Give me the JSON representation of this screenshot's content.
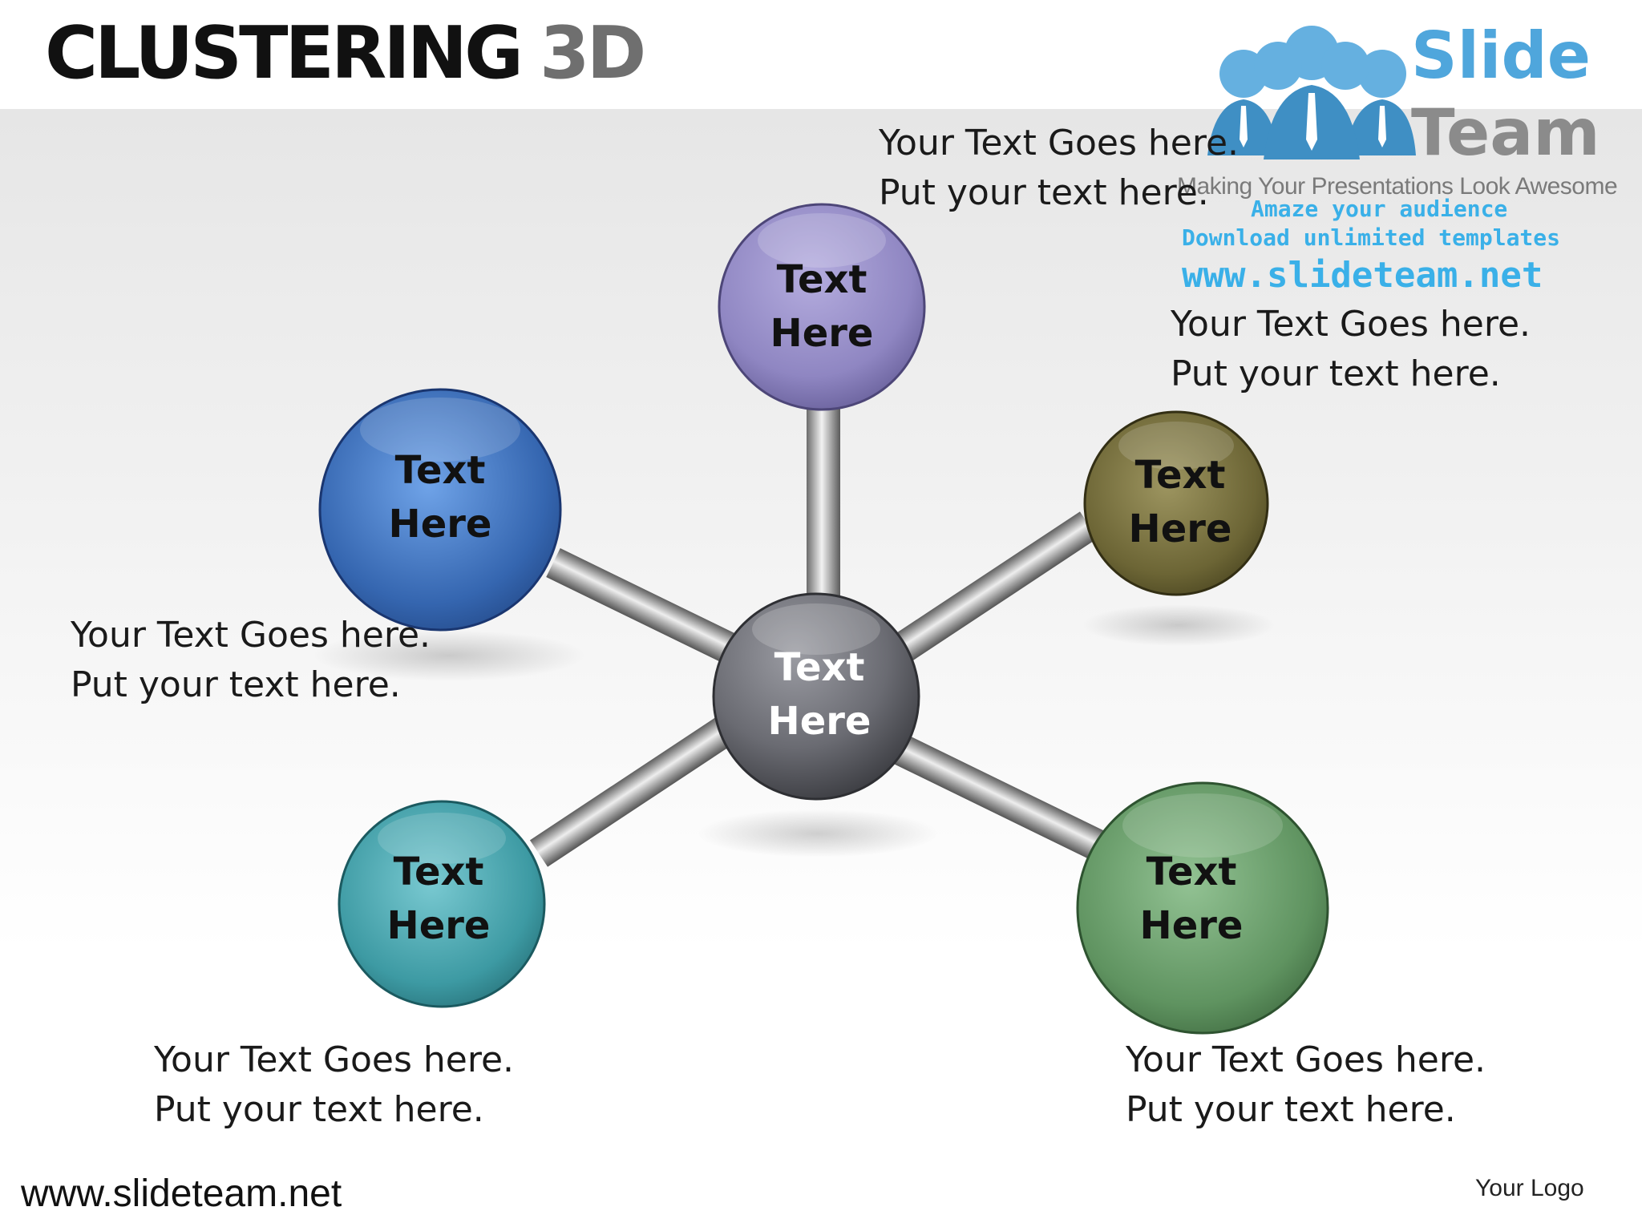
{
  "title": {
    "main": "CLUSTERING",
    "suffix": "3D"
  },
  "colors": {
    "center": "#6e6f76",
    "top": "#8f86c2",
    "left": "#3566b0",
    "right": "#6c6535",
    "bottom_left": "#3d9aa3",
    "bottom_right": "#5f9360",
    "connector": "#9a9a9a",
    "accent_blue": "#3ab0e8"
  },
  "nodes": {
    "center": {
      "line1": "Text",
      "line2": "Here"
    },
    "top": {
      "line1": "Text",
      "line2": "Here"
    },
    "left": {
      "line1": "Text",
      "line2": "Here"
    },
    "right": {
      "line1": "Text",
      "line2": "Here"
    },
    "bottom_left": {
      "line1": "Text",
      "line2": "Here"
    },
    "bottom_right": {
      "line1": "Text",
      "line2": "Here"
    }
  },
  "descriptions": {
    "top": {
      "line1": "Your Text Goes here.",
      "line2": "Put your text here."
    },
    "right": {
      "line1": "Your Text Goes here.",
      "line2": "Put your text here."
    },
    "left": {
      "line1": "Your Text Goes here.",
      "line2": "Put your text here."
    },
    "bottom_left": {
      "line1": "Your Text Goes here.",
      "line2": "Put your text here."
    },
    "bottom_right": {
      "line1": "Your Text Goes here.",
      "line2": "Put your text here."
    }
  },
  "logo": {
    "brand_word1": "Slide",
    "brand_word2": "Team",
    "tagline": "Making Your Presentations Look Awesome",
    "promo1": "Amaze your audience",
    "promo2": "Download unlimited templates",
    "promo3": "www.slideteam.net"
  },
  "footer": {
    "url": "www.slideteam.net",
    "logo_text": "Your Logo"
  }
}
